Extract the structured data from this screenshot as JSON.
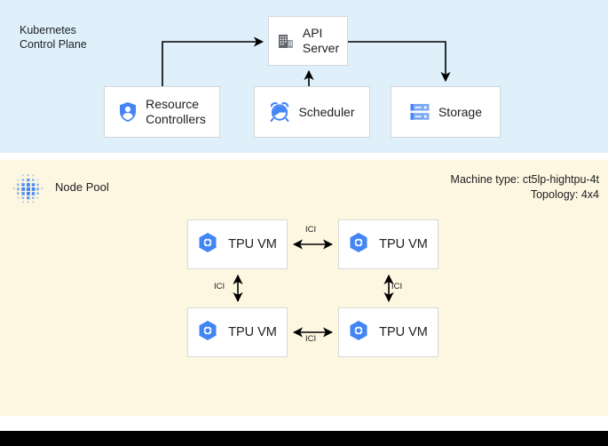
{
  "colors": {
    "control_plane_bg": "#dff0fb",
    "node_pool_bg": "#fdf6e0",
    "box_bg": "#ffffff",
    "box_border": "#d6d6d6",
    "accent_blue": "#4285f4",
    "icon_gray": "#5f6368",
    "connector": "#000000",
    "bottom_bar": "#000000",
    "text": "#202124"
  },
  "control_plane": {
    "label": "Kubernetes\nControl Plane",
    "boxes": [
      {
        "id": "api-server",
        "label": "API\nServer",
        "icon": "office-building-icon"
      },
      {
        "id": "resource-controllers",
        "label": "Resource\nControllers",
        "icon": "shield-user-icon"
      },
      {
        "id": "scheduler",
        "label": "Scheduler",
        "icon": "alarm-clock-icon"
      },
      {
        "id": "storage",
        "label": "Storage",
        "icon": "server-storage-icon"
      }
    ],
    "connectors": [
      {
        "from": "resource-controllers",
        "to": "api-server",
        "style": "elbow-up-right",
        "arrow": "to"
      },
      {
        "from": "scheduler",
        "to": "api-server",
        "style": "straight-up",
        "arrow": "to"
      },
      {
        "from": "api-server",
        "to": "storage",
        "style": "elbow-right-down",
        "arrow": "to"
      }
    ]
  },
  "node_pool": {
    "label": "Node Pool",
    "icon": "node-cluster-dots-icon",
    "machine_type": "Machine type: ct5lp-hightpu-4t",
    "topology": "Topology: 4x4",
    "vms": [
      {
        "id": "tpu-0",
        "label": "TPU VM",
        "icon": "tpu-hexagon-icon"
      },
      {
        "id": "tpu-1",
        "label": "TPU VM",
        "icon": "tpu-hexagon-icon"
      },
      {
        "id": "tpu-2",
        "label": "TPU VM",
        "icon": "tpu-hexagon-icon"
      },
      {
        "id": "tpu-3",
        "label": "TPU VM",
        "icon": "tpu-hexagon-icon"
      }
    ],
    "links": [
      {
        "id": "ici-top",
        "label": "ICI",
        "from": "tpu-0",
        "to": "tpu-1",
        "orientation": "horizontal",
        "arrow": "both"
      },
      {
        "id": "ici-bottom",
        "label": "ICI",
        "from": "tpu-2",
        "to": "tpu-3",
        "orientation": "horizontal",
        "arrow": "both"
      },
      {
        "id": "ici-left",
        "label": "ICI",
        "from": "tpu-0",
        "to": "tpu-2",
        "orientation": "vertical",
        "arrow": "both"
      },
      {
        "id": "ici-right",
        "label": "ICI",
        "from": "tpu-1",
        "to": "tpu-3",
        "orientation": "vertical",
        "arrow": "both"
      }
    ]
  }
}
